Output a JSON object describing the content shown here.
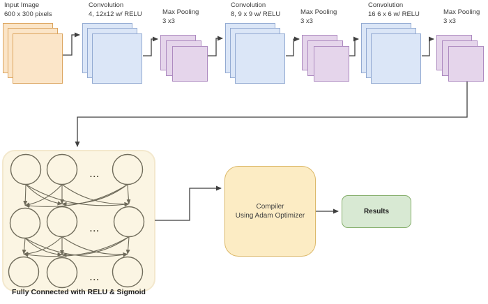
{
  "diagram": {
    "pipeline": [
      {
        "id": "input",
        "title": "Input Image",
        "subtitle": "600 x 300 pixels"
      },
      {
        "id": "conv1",
        "title": "Convolution",
        "subtitle": "4, 12x12 w/ RELU"
      },
      {
        "id": "pool1",
        "title": "Max Pooling",
        "subtitle": "3 x3"
      },
      {
        "id": "conv2",
        "title": "Convolution",
        "subtitle": "8, 9 x 9 w/ RELU"
      },
      {
        "id": "pool2",
        "title": "Max Pooling",
        "subtitle": "3 x3"
      },
      {
        "id": "conv3",
        "title": "Convolution",
        "subtitle": "16 6 x 6 w/ RELU"
      },
      {
        "id": "pool3",
        "title": "Max Pooling",
        "subtitle": "3 x3"
      }
    ],
    "fully_connected": {
      "caption": "Fully Connected with RELU & Sigmoid",
      "ellipsis": "..."
    },
    "compiler": {
      "line1": "Compiler",
      "line2": "Using Adam Optimizer"
    },
    "results": {
      "label": "Results"
    },
    "colors": {
      "input_fill": "#fbe5c8",
      "input_stroke": "#dca55f",
      "conv_fill": "#dbe6f7",
      "conv_stroke": "#93aad2",
      "pool_fill": "#e5d5eb",
      "pool_stroke": "#ad8ac0",
      "fc_fill": "#fbf5e3",
      "compiler_fill": "#fcecc4",
      "compiler_stroke": "#dcb96a",
      "results_fill": "#d8e9d3",
      "results_stroke": "#85ae6b",
      "connector": "#3f3f3f"
    }
  }
}
